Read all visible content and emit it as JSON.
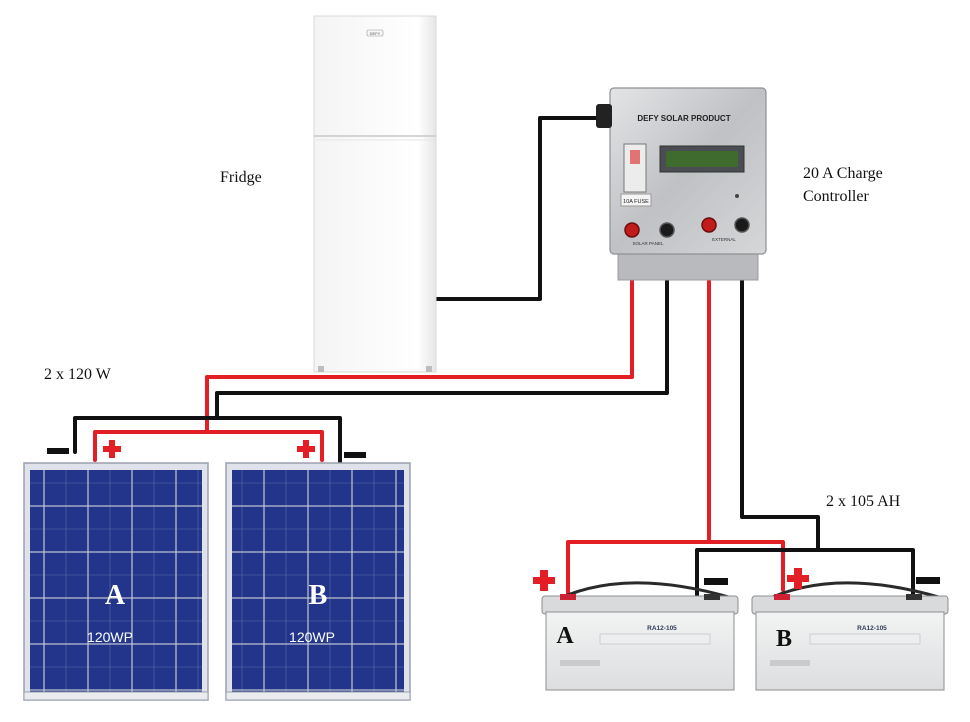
{
  "labels": {
    "fridge": "Fridge",
    "controller_line1": "20 A Charge",
    "controller_line2": "Controller",
    "panels_caption": "2 x 120 W",
    "batteries_caption": "2 x 105 AH"
  },
  "controller": {
    "brand_text": "DEFY SOLAR PRODUCT",
    "fuse_label": "10A FUSE",
    "solar_port_label": "SOLAR PANEL",
    "external_port_label": "EXTERNAL"
  },
  "panels": [
    {
      "letter": "A",
      "rating": "120WP"
    },
    {
      "letter": "B",
      "rating": "120WP"
    }
  ],
  "batteries": [
    {
      "letter": "A",
      "model": "RA12-105"
    },
    {
      "letter": "B",
      "model": "RA12-105"
    }
  ],
  "fridge_badge": "DEFY",
  "symbols": {
    "plus": "+",
    "minus": "−"
  },
  "colors": {
    "positive_wire": "#e41e25",
    "negative_wire": "#111111",
    "panel_cell": "#1f2f7a",
    "controller_box": "#c9cacc"
  }
}
